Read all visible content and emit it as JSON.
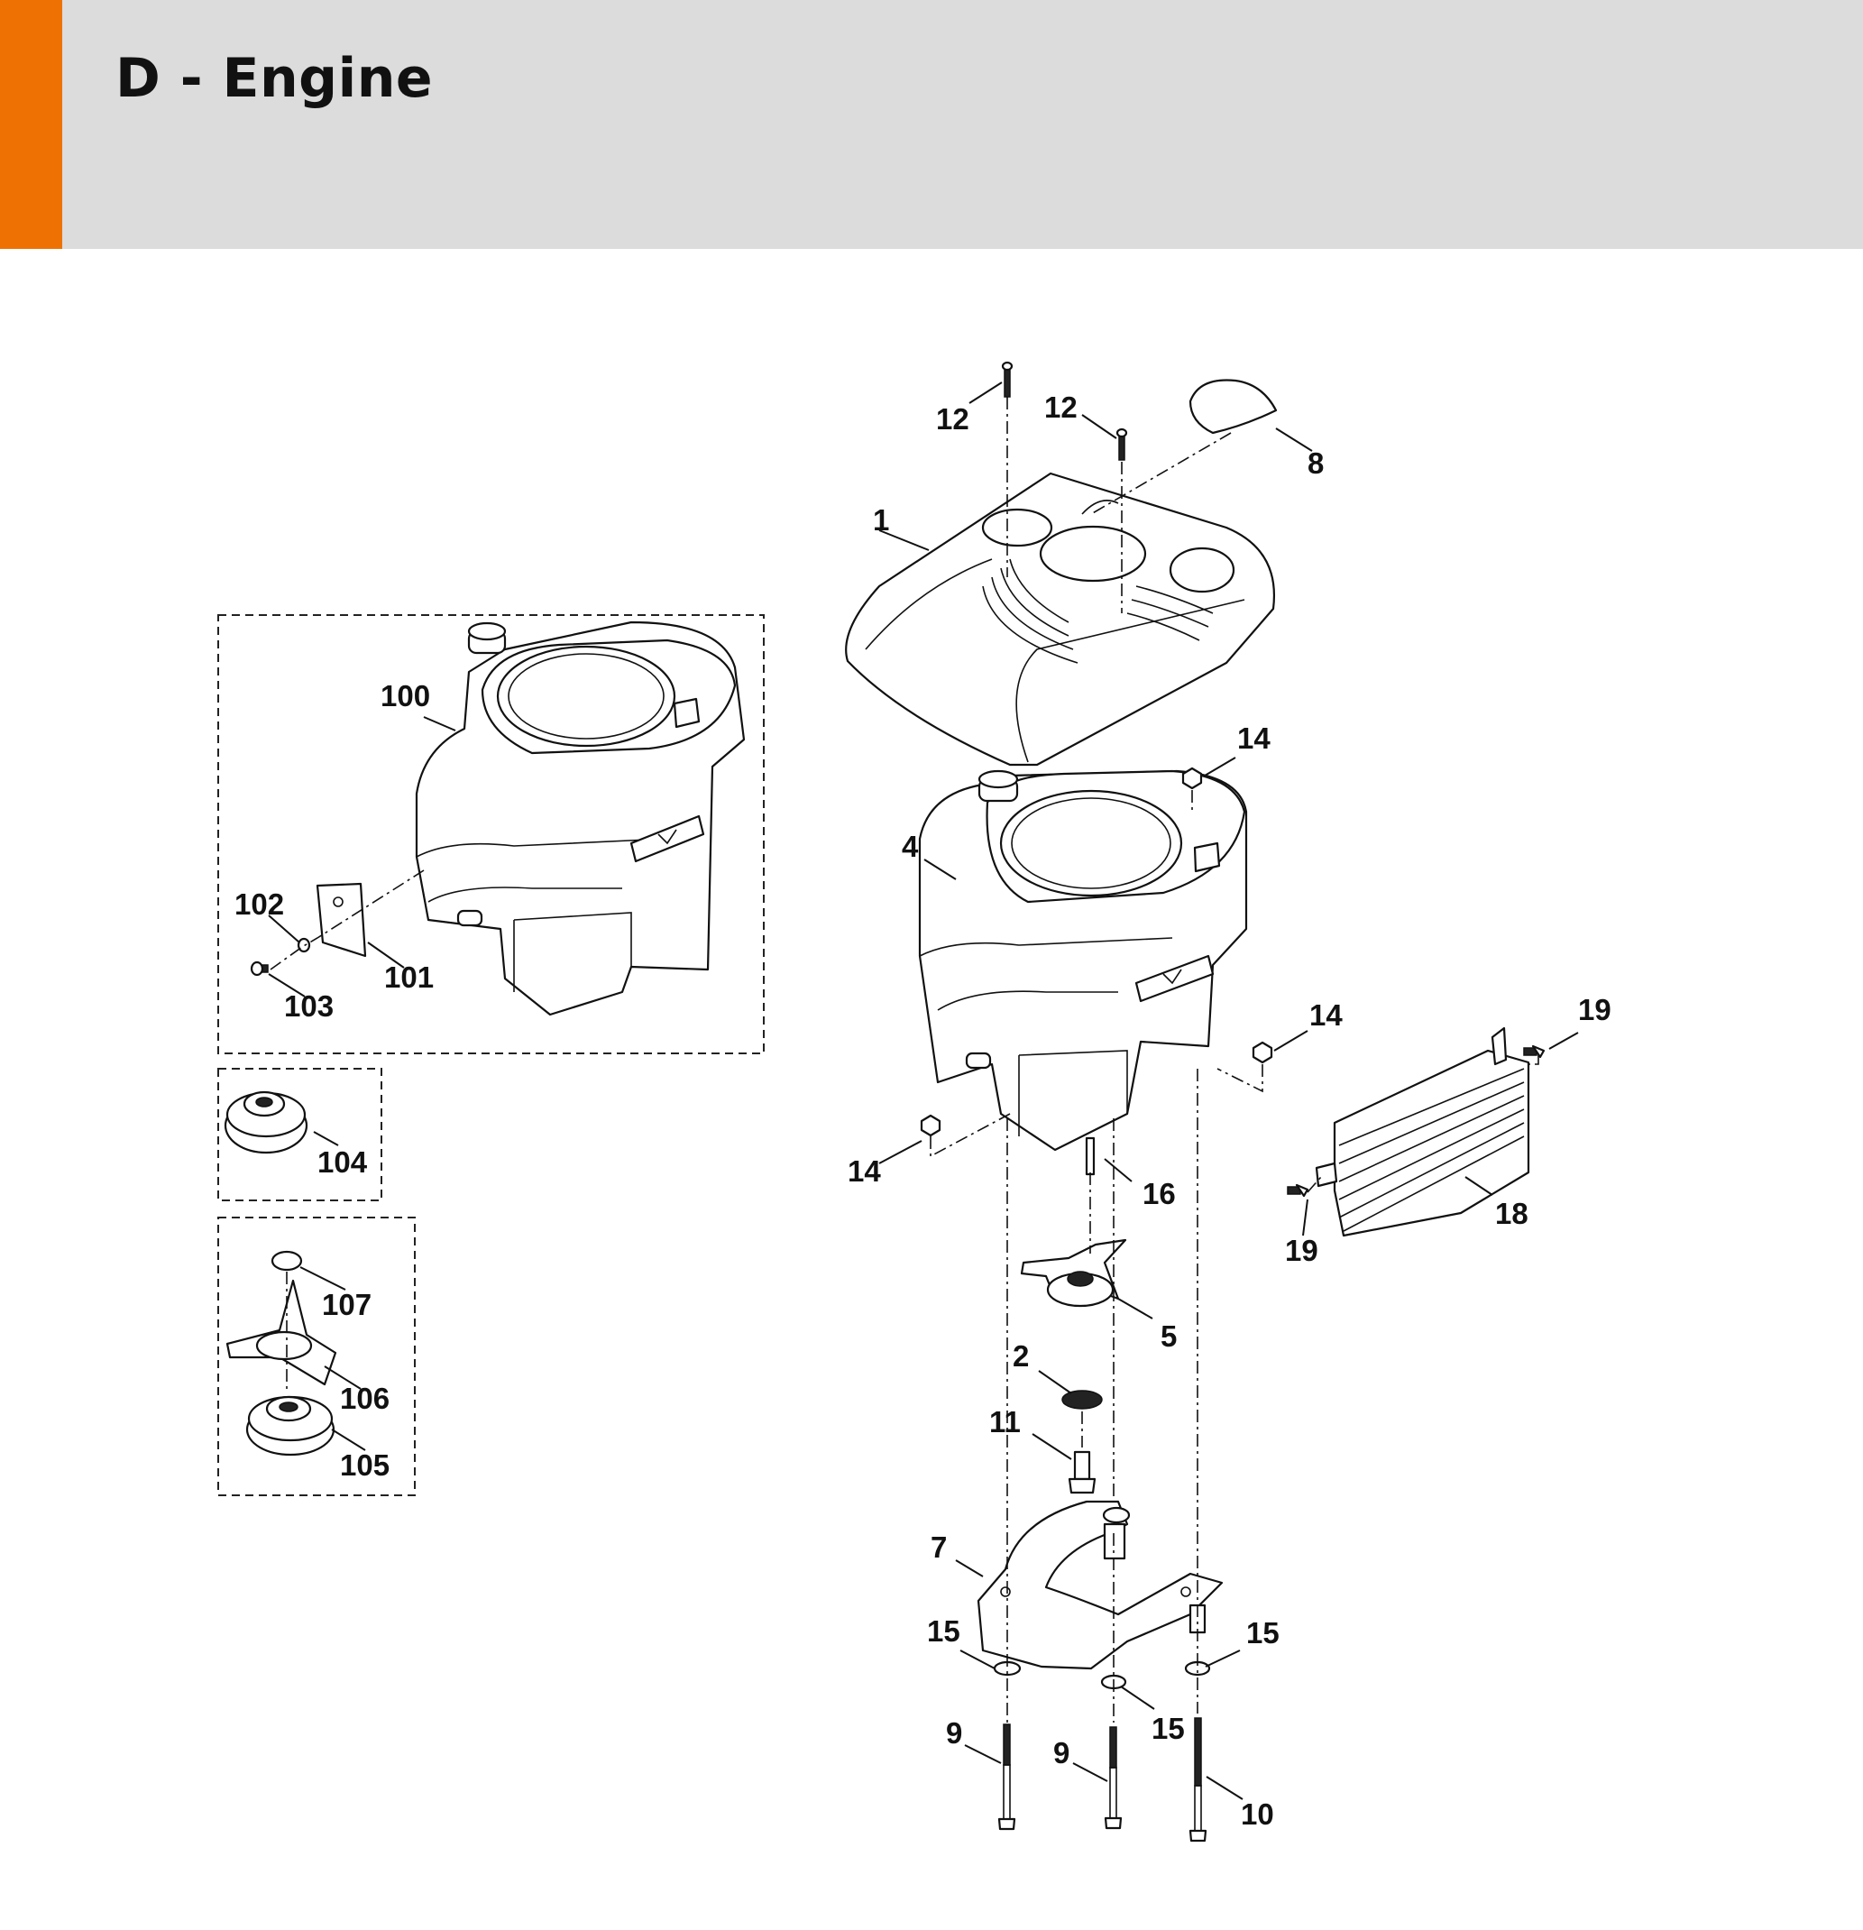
{
  "header": {
    "title": "D - Engine",
    "accent_color": "#ee7203",
    "background_color": "#dcdcdc"
  },
  "diagram": {
    "callouts": [
      {
        "id": "c1",
        "text": "1"
      },
      {
        "id": "c2",
        "text": "2"
      },
      {
        "id": "c4",
        "text": "4"
      },
      {
        "id": "c5",
        "text": "5"
      },
      {
        "id": "c7",
        "text": "7"
      },
      {
        "id": "c8",
        "text": "8"
      },
      {
        "id": "c9a",
        "text": "9"
      },
      {
        "id": "c9b",
        "text": "9"
      },
      {
        "id": "c10",
        "text": "10"
      },
      {
        "id": "c11",
        "text": "11"
      },
      {
        "id": "c12a",
        "text": "12"
      },
      {
        "id": "c12b",
        "text": "12"
      },
      {
        "id": "c14a",
        "text": "14"
      },
      {
        "id": "c14b",
        "text": "14"
      },
      {
        "id": "c14c",
        "text": "14"
      },
      {
        "id": "c15a",
        "text": "15"
      },
      {
        "id": "c15b",
        "text": "15"
      },
      {
        "id": "c15c",
        "text": "15"
      },
      {
        "id": "c16",
        "text": "16"
      },
      {
        "id": "c18",
        "text": "18"
      },
      {
        "id": "c19a",
        "text": "19"
      },
      {
        "id": "c19b",
        "text": "19"
      },
      {
        "id": "c100",
        "text": "100"
      },
      {
        "id": "c101",
        "text": "101"
      },
      {
        "id": "c102",
        "text": "102"
      },
      {
        "id": "c103",
        "text": "103"
      },
      {
        "id": "c104",
        "text": "104"
      },
      {
        "id": "c105",
        "text": "105"
      },
      {
        "id": "c106",
        "text": "106"
      },
      {
        "id": "c107",
        "text": "107"
      }
    ]
  }
}
